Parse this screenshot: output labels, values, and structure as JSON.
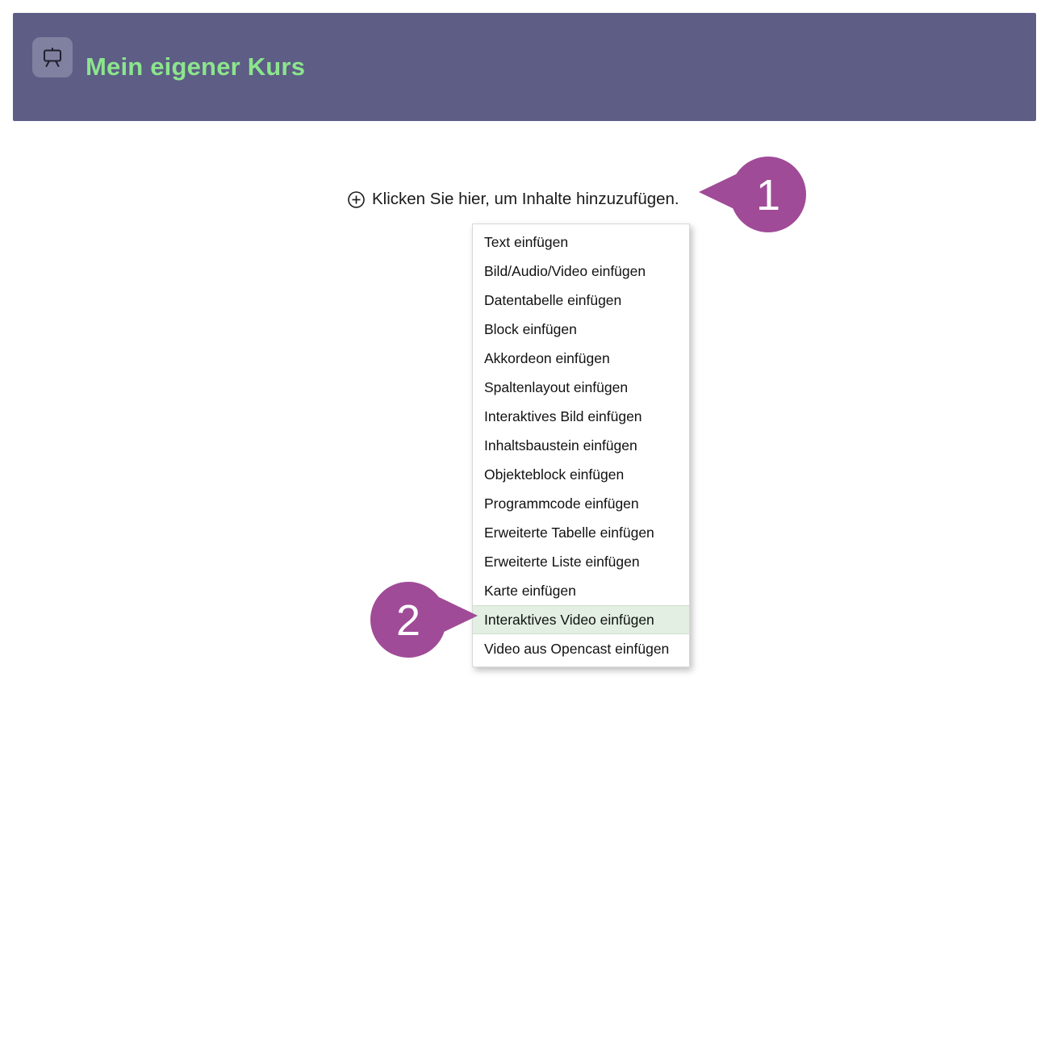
{
  "header": {
    "title": "Mein eigener Kurs",
    "background_color": "#5d5d86",
    "title_color": "#8ce58c",
    "icon": "presentation-board-icon"
  },
  "add_content": {
    "icon": "plus-circle-icon",
    "label": "Klicken Sie hier, um Inhalte hinzuzufügen."
  },
  "menu": {
    "items": [
      {
        "label": "Text einfügen"
      },
      {
        "label": "Bild/Audio/Video einfügen"
      },
      {
        "label": "Datentabelle einfügen"
      },
      {
        "label": "Block einfügen"
      },
      {
        "label": "Akkordeon einfügen"
      },
      {
        "label": "Spaltenlayout einfügen"
      },
      {
        "label": "Interaktives Bild einfügen"
      },
      {
        "label": "Inhaltsbaustein einfügen"
      },
      {
        "label": "Objekteblock einfügen"
      },
      {
        "label": "Programmcode einfügen"
      },
      {
        "label": "Erweiterte Tabelle einfügen"
      },
      {
        "label": "Erweiterte Liste einfügen"
      },
      {
        "label": "Karte einfügen"
      },
      {
        "label": "Interaktives Video einfügen"
      },
      {
        "label": "Video aus Opencast einfügen"
      }
    ],
    "highlighted_index": 13,
    "highlight_color": "#e2efe2"
  },
  "callouts": [
    {
      "label": "1",
      "color": "#a04b97",
      "points_at": "add-content-link"
    },
    {
      "label": "2",
      "color": "#a04b97",
      "points_at": "menu-item-interaktives-video"
    }
  ]
}
